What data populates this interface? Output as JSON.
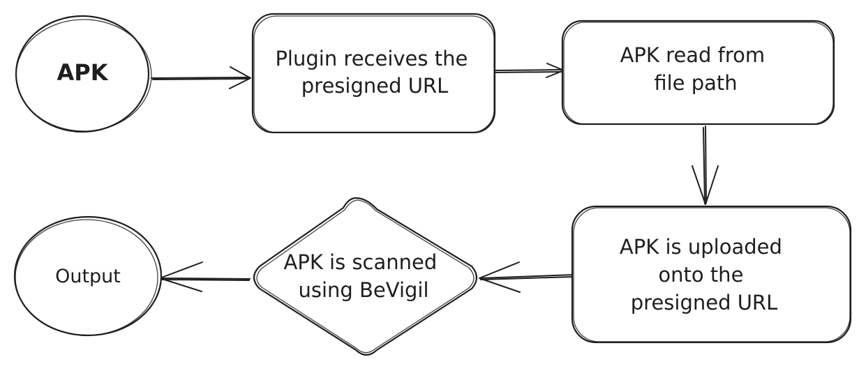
{
  "diagram": {
    "nodes": {
      "apk_input": {
        "lines": [
          "APK"
        ]
      },
      "plugin_receives": {
        "lines": [
          "Plugin receives the",
          "presigned URL"
        ]
      },
      "apk_read": {
        "lines": [
          "APK read from",
          "file path"
        ]
      },
      "apk_uploaded": {
        "lines": [
          "APK is uploaded",
          "onto the",
          "presigned URL"
        ]
      },
      "apk_scanned": {
        "lines": [
          "APK is scanned",
          "using BeVigil"
        ]
      },
      "output": {
        "lines": [
          "Output"
        ]
      }
    },
    "edges": [
      {
        "from": "apk_input",
        "to": "plugin_receives"
      },
      {
        "from": "plugin_receives",
        "to": "apk_read"
      },
      {
        "from": "apk_read",
        "to": "apk_uploaded"
      },
      {
        "from": "apk_uploaded",
        "to": "apk_scanned"
      },
      {
        "from": "apk_scanned",
        "to": "output"
      }
    ],
    "colors": {
      "stroke": "#1e1e1e",
      "background": "#ffffff"
    }
  }
}
